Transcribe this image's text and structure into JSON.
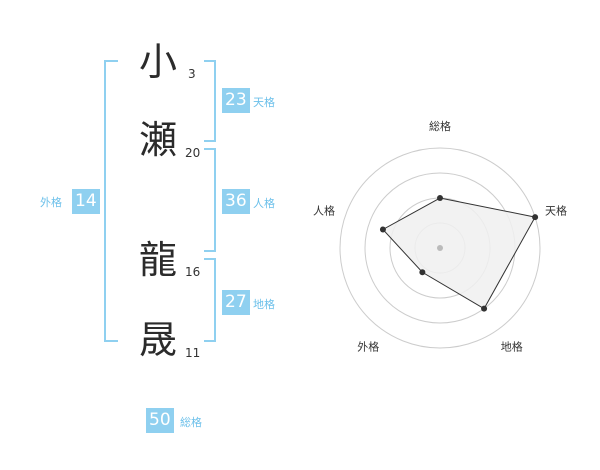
{
  "name": {
    "chars": [
      {
        "char": "小",
        "strokes": "3"
      },
      {
        "char": "瀬",
        "strokes": "20"
      },
      {
        "char": "龍",
        "strokes": "16"
      },
      {
        "char": "晟",
        "strokes": "11"
      }
    ]
  },
  "kaku": {
    "tenkaku": {
      "value": "23",
      "label": "天格"
    },
    "jinkaku": {
      "value": "36",
      "label": "人格"
    },
    "chikaku": {
      "value": "27",
      "label": "地格"
    },
    "gaikaku": {
      "value": "14",
      "label": "外格"
    },
    "soukaku": {
      "value": "50",
      "label": "総格"
    }
  },
  "colors": {
    "accent": "#8fd0f0",
    "accent_text": "#6cc0ea",
    "radar_fill": "#f0f0f0",
    "radar_line": "#333333",
    "grid": "#cccccc"
  },
  "chart_data": {
    "type": "radar",
    "axes": [
      "総格",
      "天格",
      "地格",
      "外格",
      "人格"
    ],
    "values": [
      0.5,
      1.0,
      0.75,
      0.3,
      0.6
    ],
    "rings": 4,
    "range": [
      0,
      1
    ]
  }
}
